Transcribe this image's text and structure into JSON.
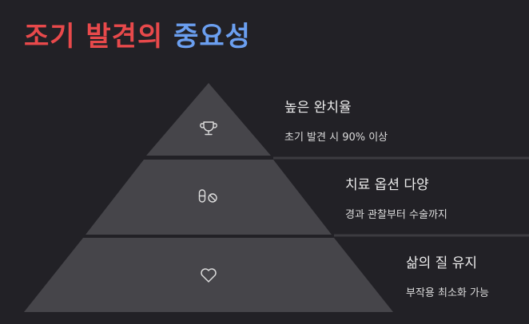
{
  "title": {
    "part1": "조기 발견의",
    "part2": "중요성",
    "color1": "#e8494b",
    "color2": "#6b9ff0"
  },
  "colors": {
    "background": "#222126",
    "tier": "#46454a",
    "stroke": "#dddddd"
  },
  "tiers": [
    {
      "icon": "trophy-icon",
      "heading": "높은 완치율",
      "subtext": "초기 발견 시 90% 이상"
    },
    {
      "icon": "pills-icon",
      "heading": "치료 옵션 다양",
      "subtext": "경과 관찰부터 수술까지"
    },
    {
      "icon": "heart-icon",
      "heading": "삶의 질 유지",
      "subtext": "부작용 최소화 가능"
    }
  ]
}
